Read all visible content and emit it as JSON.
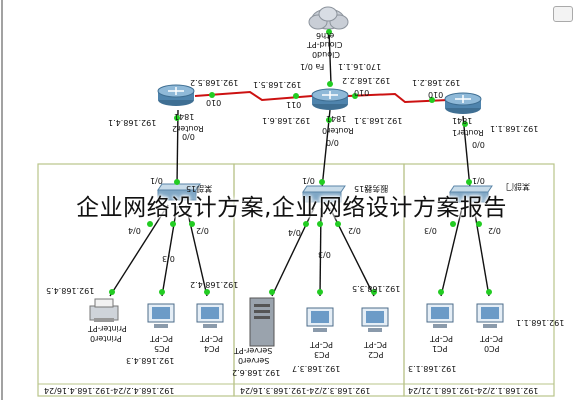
{
  "overlay_title": "企业网络设计方案,企业网络设计方案报告",
  "cloud": {
    "label_top": "eth6",
    "label1": "Cloud-PT",
    "label2": "Cloud0",
    "iface": "Fa 0/1",
    "ip": "170.16.1.1"
  },
  "routers": {
    "left": {
      "name1": "1841",
      "name2": "Router2",
      "ip_top": "192.168.5.2",
      "ip_side": "192.168.4.1",
      "iface": "0/0",
      "port": "010"
    },
    "center": {
      "name1": "1841",
      "name2": "Router0",
      "ip_a": "192.168.5.1",
      "ip_b": "192.168.2.2",
      "ip_side": "192.168.3.1",
      "ip_left": "192.168.6.1",
      "port_l": "011",
      "port_r": "010",
      "iface": "0/0"
    },
    "right": {
      "name1": "1841",
      "name2": "Router1",
      "ip_top": "192.168.2.1",
      "ip_side": "192.168.1.1",
      "port": "010",
      "iface": "0/0"
    }
  },
  "switches": {
    "left": {
      "title": "某部15",
      "iface_top": "0/1",
      "iface_a": "0/2",
      "iface_b": "0/3",
      "iface_c": "0/4"
    },
    "center": {
      "title": "服务器15",
      "iface_top": "0/1",
      "iface_a": "0/4",
      "iface_b": "0/3",
      "iface_c": "0/2"
    },
    "right": {
      "title": "某部门",
      "iface_top": "0/1",
      "iface_a": "0/3",
      "iface_b": "0/2"
    }
  },
  "devices": {
    "printer": {
      "label1": "Printer-PT",
      "label2": "Printer0",
      "ip": "192.168.4.5"
    },
    "pc5": {
      "label1": "PC-PT",
      "label2": "PC5",
      "ip": "192.168.4.3"
    },
    "pc4": {
      "label1": "PC-PT",
      "label2": "PC4",
      "ip": "192.168.4.2"
    },
    "server": {
      "label1": "Server-PT",
      "label2": "Server0",
      "ip": "192.168.6.2"
    },
    "pc3": {
      "label1": "PC-PT",
      "label2": "PC3",
      "ip": "192.168.3.7"
    },
    "pc2": {
      "label1": "PC-PT",
      "label2": "PC2",
      "ip": "192.168.3.5"
    },
    "pc1": {
      "label1": "PC-PT",
      "label2": "PC1",
      "ip": "192.168.1.3"
    },
    "pc0": {
      "label1": "PC-PT",
      "label2": "PC0",
      "ip": "192.168.1.1"
    }
  },
  "bottom_ranges": {
    "left": "192.168.4.2/24-192.168.4.16/24",
    "center": "192.168.3.2/24-192.168.3.16/24",
    "right": "192.168.1.2/24-192.168.1.21/24"
  },
  "colors": {
    "link_red": "#cc1111",
    "link_black": "#111111",
    "port_green": "#22cc22",
    "area_border": "#b9c48a"
  }
}
